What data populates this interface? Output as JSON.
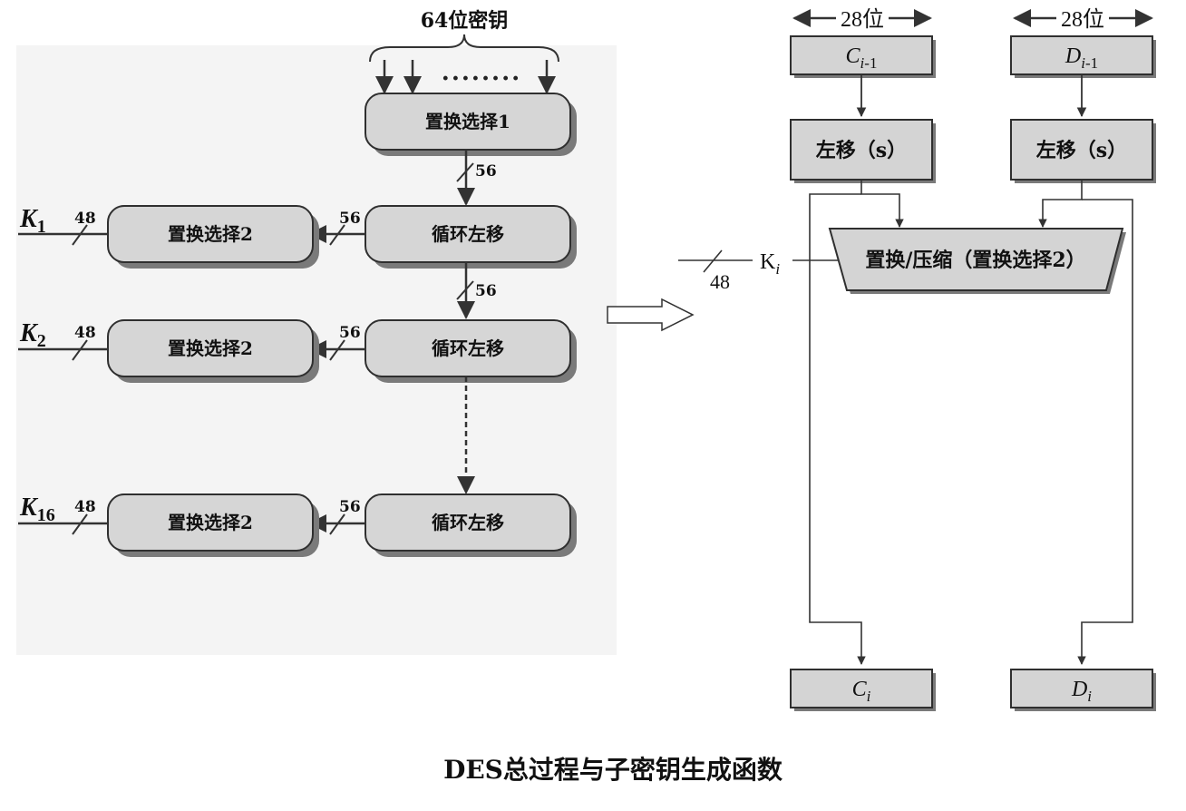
{
  "colors": {
    "box_fill": "#d4d4d4",
    "box_stroke": "#2f2f2f",
    "shadow": "#7a7a7a",
    "line": "#333333",
    "panel_bg": "#f3f3f3"
  },
  "left": {
    "key_label": "64位密钥",
    "dots": "........",
    "pc1": "置换选择1",
    "pc2": "置换选择2",
    "shift": "循环左移",
    "bits56": "56",
    "bits48": "48",
    "k": "K",
    "k1_sub": "1",
    "k2_sub": "2",
    "k16_sub": "16"
  },
  "right": {
    "width_label": "28位",
    "c": "C",
    "d": "D",
    "i": "i",
    "minus1": "-1",
    "shift_s": "左移（s）",
    "compress": "置换/压缩（置换选择2）",
    "k": "K",
    "bits48": "48"
  },
  "caption": "DES总过程与子密钥生成函数"
}
